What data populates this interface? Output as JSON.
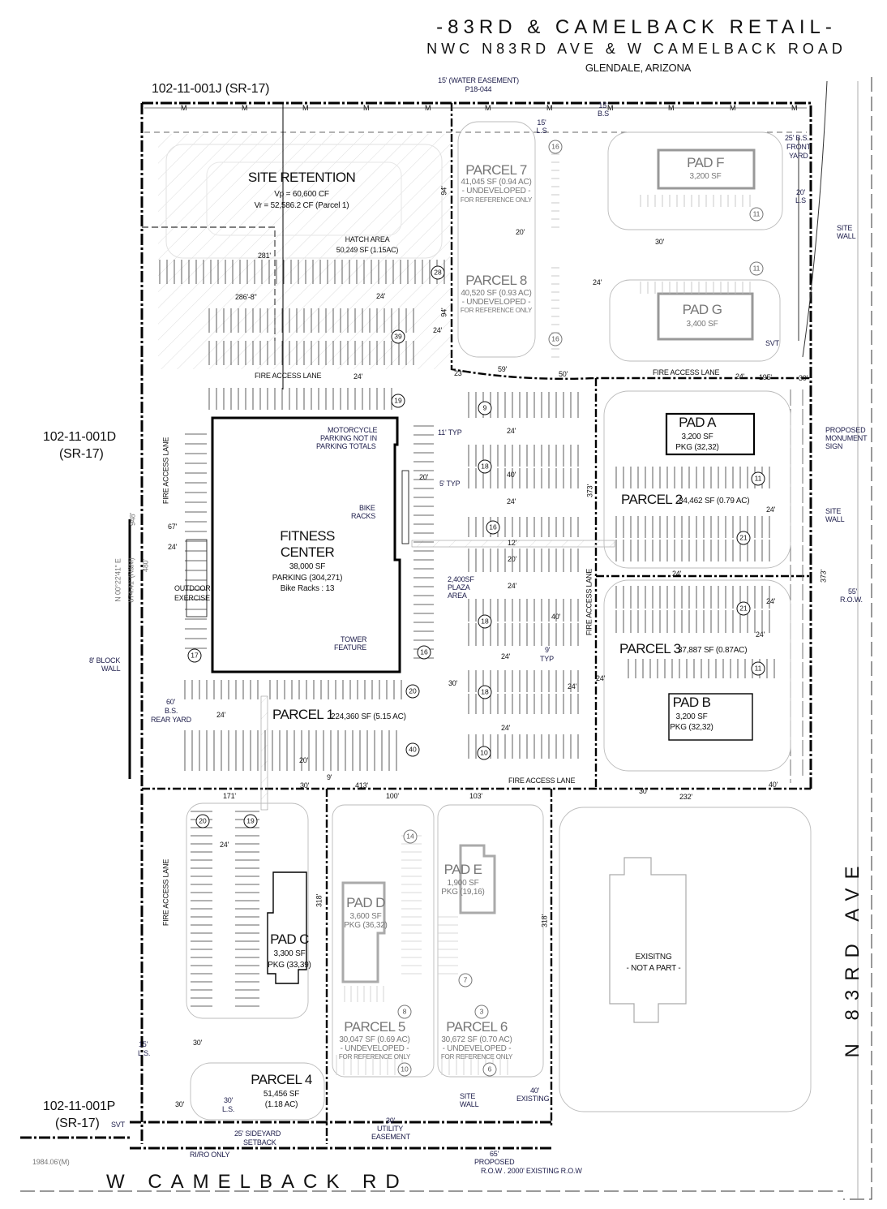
{
  "title": {
    "line1": "-83RD & CAMELBACK RETAIL-",
    "line2": "NWC N83RD AVE & W CAMELBACK ROAD",
    "line3": "GLENDALE, ARIZONA"
  },
  "adjacent_parcels": {
    "north": "102-11-001J (SR-17)",
    "west_apn": "102-11-001D",
    "west_zone": "(SR-17)",
    "southwest_apn": "102-11-001P",
    "southwest_zone": "(SR-17)"
  },
  "streets": {
    "south": "W CAMELBACK RD",
    "east": "N 83RD AVE"
  },
  "retention": {
    "title": "SITE RETENTION",
    "vp": "Vp = 60,600 CF",
    "vr": "Vr = 52,586.2 CF (Parcel 1)",
    "hatch_label": "HATCH AREA",
    "hatch_area": "50,249 SF (1.15AC)"
  },
  "fitness_center": {
    "line1": "FITNESS",
    "line2": "CENTER",
    "area": "38,000 SF",
    "parking": "PARKING (304,271)",
    "bike_racks": "Bike Racks : 13"
  },
  "parcels": {
    "p1": {
      "name": "PARCEL 1",
      "area": "224,360 SF (5.15 AC)"
    },
    "p2": {
      "name": "PARCEL 2",
      "area": "34,462 SF (0.79 AC)"
    },
    "p3": {
      "name": "PARCEL 3",
      "area": "37,887 SF (0.87AC)"
    },
    "p4": {
      "name": "PARCEL 4",
      "area": "51,456 SF",
      "acres": "(1.18 AC)"
    },
    "p5": {
      "name": "PARCEL 5",
      "area": "30,047 SF (0.69 AC)",
      "status": "- UNDEVELOPED -",
      "note": "FOR REFERENCE ONLY"
    },
    "p6": {
      "name": "PARCEL 6",
      "area": "30,672 SF (0.70 AC)",
      "status": "- UNDEVELOPED -",
      "note": "FOR REFERENCE ONLY"
    },
    "p7": {
      "name": "PARCEL 7",
      "area": "41,045 SF (0.94 AC)",
      "status": "- UNDEVELOPED -",
      "note": "FOR REFERENCE ONLY"
    },
    "p8": {
      "name": "PARCEL 8",
      "area": "40,520 SF (0.93 AC)",
      "status": "- UNDEVELOPED -",
      "note": "FOR REFERENCE ONLY"
    }
  },
  "pads": {
    "a": {
      "name": "PAD A",
      "area": "3,200 SF",
      "parking": "PKG (32,32)"
    },
    "b": {
      "name": "PAD B",
      "area": "3,200 SF",
      "parking": "PKG (32,32)"
    },
    "c": {
      "name": "PAD C",
      "area": "3,300 SF",
      "parking": "PKG (33,39)"
    },
    "d": {
      "name": "PAD D",
      "area": "3,600 SF",
      "parking": "PKG (36,32)"
    },
    "e": {
      "name": "PAD E",
      "area": "1,900 SF",
      "parking": "PKG (19,16)"
    },
    "f": {
      "name": "PAD F",
      "area": "3,200 SF"
    },
    "g": {
      "name": "PAD G",
      "area": "3,400 SF"
    }
  },
  "existing": {
    "line1": "EXISITNG",
    "line2": "- NOT A PART -"
  },
  "notes": [
    "15' (WATER EASEMENT)",
    "P18-044",
    "15'",
    "L.S",
    "15'",
    "B.S",
    "25' B.S.",
    "FRONT",
    "YARD",
    "20'",
    "L.S",
    "SITE",
    "WALL",
    "SVT",
    "PROPOSED",
    "MONUMENT",
    "SIGN",
    "SITE",
    "WALL",
    "55'",
    "R.O.W.",
    "MOTORCYCLE",
    "PARKING NOT IN",
    "PARKING TOTALS",
    "BIKE",
    "RACKS",
    "TOWER",
    "FEATURE",
    "2,400SF",
    "PLAZA",
    "AREA",
    "11' TYP",
    "5' TYP",
    "9'",
    "TYP",
    "OUTDOOR",
    "EXERCISE",
    "8' BLOCK",
    "WALL",
    "60'",
    "B.S.",
    "REAR YARD",
    "N 00°22'41\" E",
    "874.41' (R&M)",
    "948'",
    "480'",
    "FIRE ACCESS LANE",
    "FIRE ACCESS LANE",
    "FIRE ACCESS LANE",
    "FIRE ACCESS LANE",
    "FIRE ACCESS LANE",
    "FIRE ACCESS LANE",
    "15'",
    "L.S.",
    "30'",
    "30'",
    "L.S.",
    "25' SIDEYARD",
    "SETBACK",
    "RI/RO ONLY",
    "1984.06'(M)",
    "30'",
    "UTILITY",
    "EASEMENT",
    "65'",
    "PROPOSED",
    "R.O.W . 2000' EXISTING R.O.W",
    "40'",
    "EXISTING",
    "SITE",
    "WALL",
    "SVT"
  ],
  "dimensions": [
    "281'",
    "286'-8\"",
    "24'",
    "24'",
    "24'",
    "94'",
    "94'",
    "20'",
    "30'",
    "24'",
    "23'",
    "59'",
    "50'",
    "24'",
    "195'",
    "30'",
    "67'",
    "24'",
    "20'",
    "24'",
    "40'",
    "24'",
    "12'",
    "20'",
    "24'",
    "40'",
    "24'",
    "30'",
    "24'",
    "24'",
    "20'",
    "9'",
    "30'",
    "413'",
    "171'",
    "100'",
    "103'",
    "232'",
    "30'",
    "40'",
    "24'",
    "24'",
    "24'",
    "24'",
    "24'",
    "373'",
    "373'",
    "318'",
    "318'",
    "24'",
    "30'",
    "24'"
  ],
  "parking_counts": [
    "16",
    "11",
    "11",
    "28",
    "39",
    "16",
    "19",
    "9",
    "18",
    "16",
    "21",
    "11",
    "21",
    "18",
    "16",
    "17",
    "11",
    "20",
    "18",
    "40",
    "10",
    "20",
    "19",
    "14",
    "7",
    "8",
    "3",
    "10",
    "6"
  ]
}
